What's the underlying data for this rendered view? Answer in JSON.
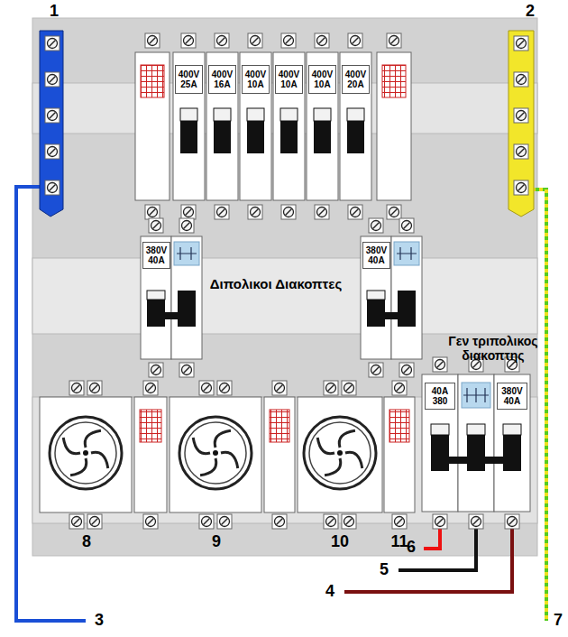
{
  "diagram": {
    "nodes": [
      {
        "text": [
          "400V 25A"
        ]
      },
      {
        "text": [
          "400V 16A"
        ]
      },
      {
        "text": [
          "400V 10A"
        ]
      },
      {
        "text": [
          "400V 10A"
        ]
      },
      {
        "text": [
          "400V 10A"
        ]
      },
      {
        "text": [
          "400V 20A"
        ]
      },
      {
        "text": [
          "380V 40A"
        ]
      },
      {
        "text": [
          "380V 40A"
        ]
      },
      {
        "text": [
          "40A 380"
        ]
      },
      {
        "text": [
          "380V 40A"
        ]
      }
    ],
    "labels": [
      "1",
      "2",
      "Διπολικοι Διακοπτες",
      "Γεν τριπολικος διακοπτης",
      "8",
      "9",
      "10",
      "11",
      "6",
      "5",
      "4",
      "3",
      "7"
    ]
  }
}
